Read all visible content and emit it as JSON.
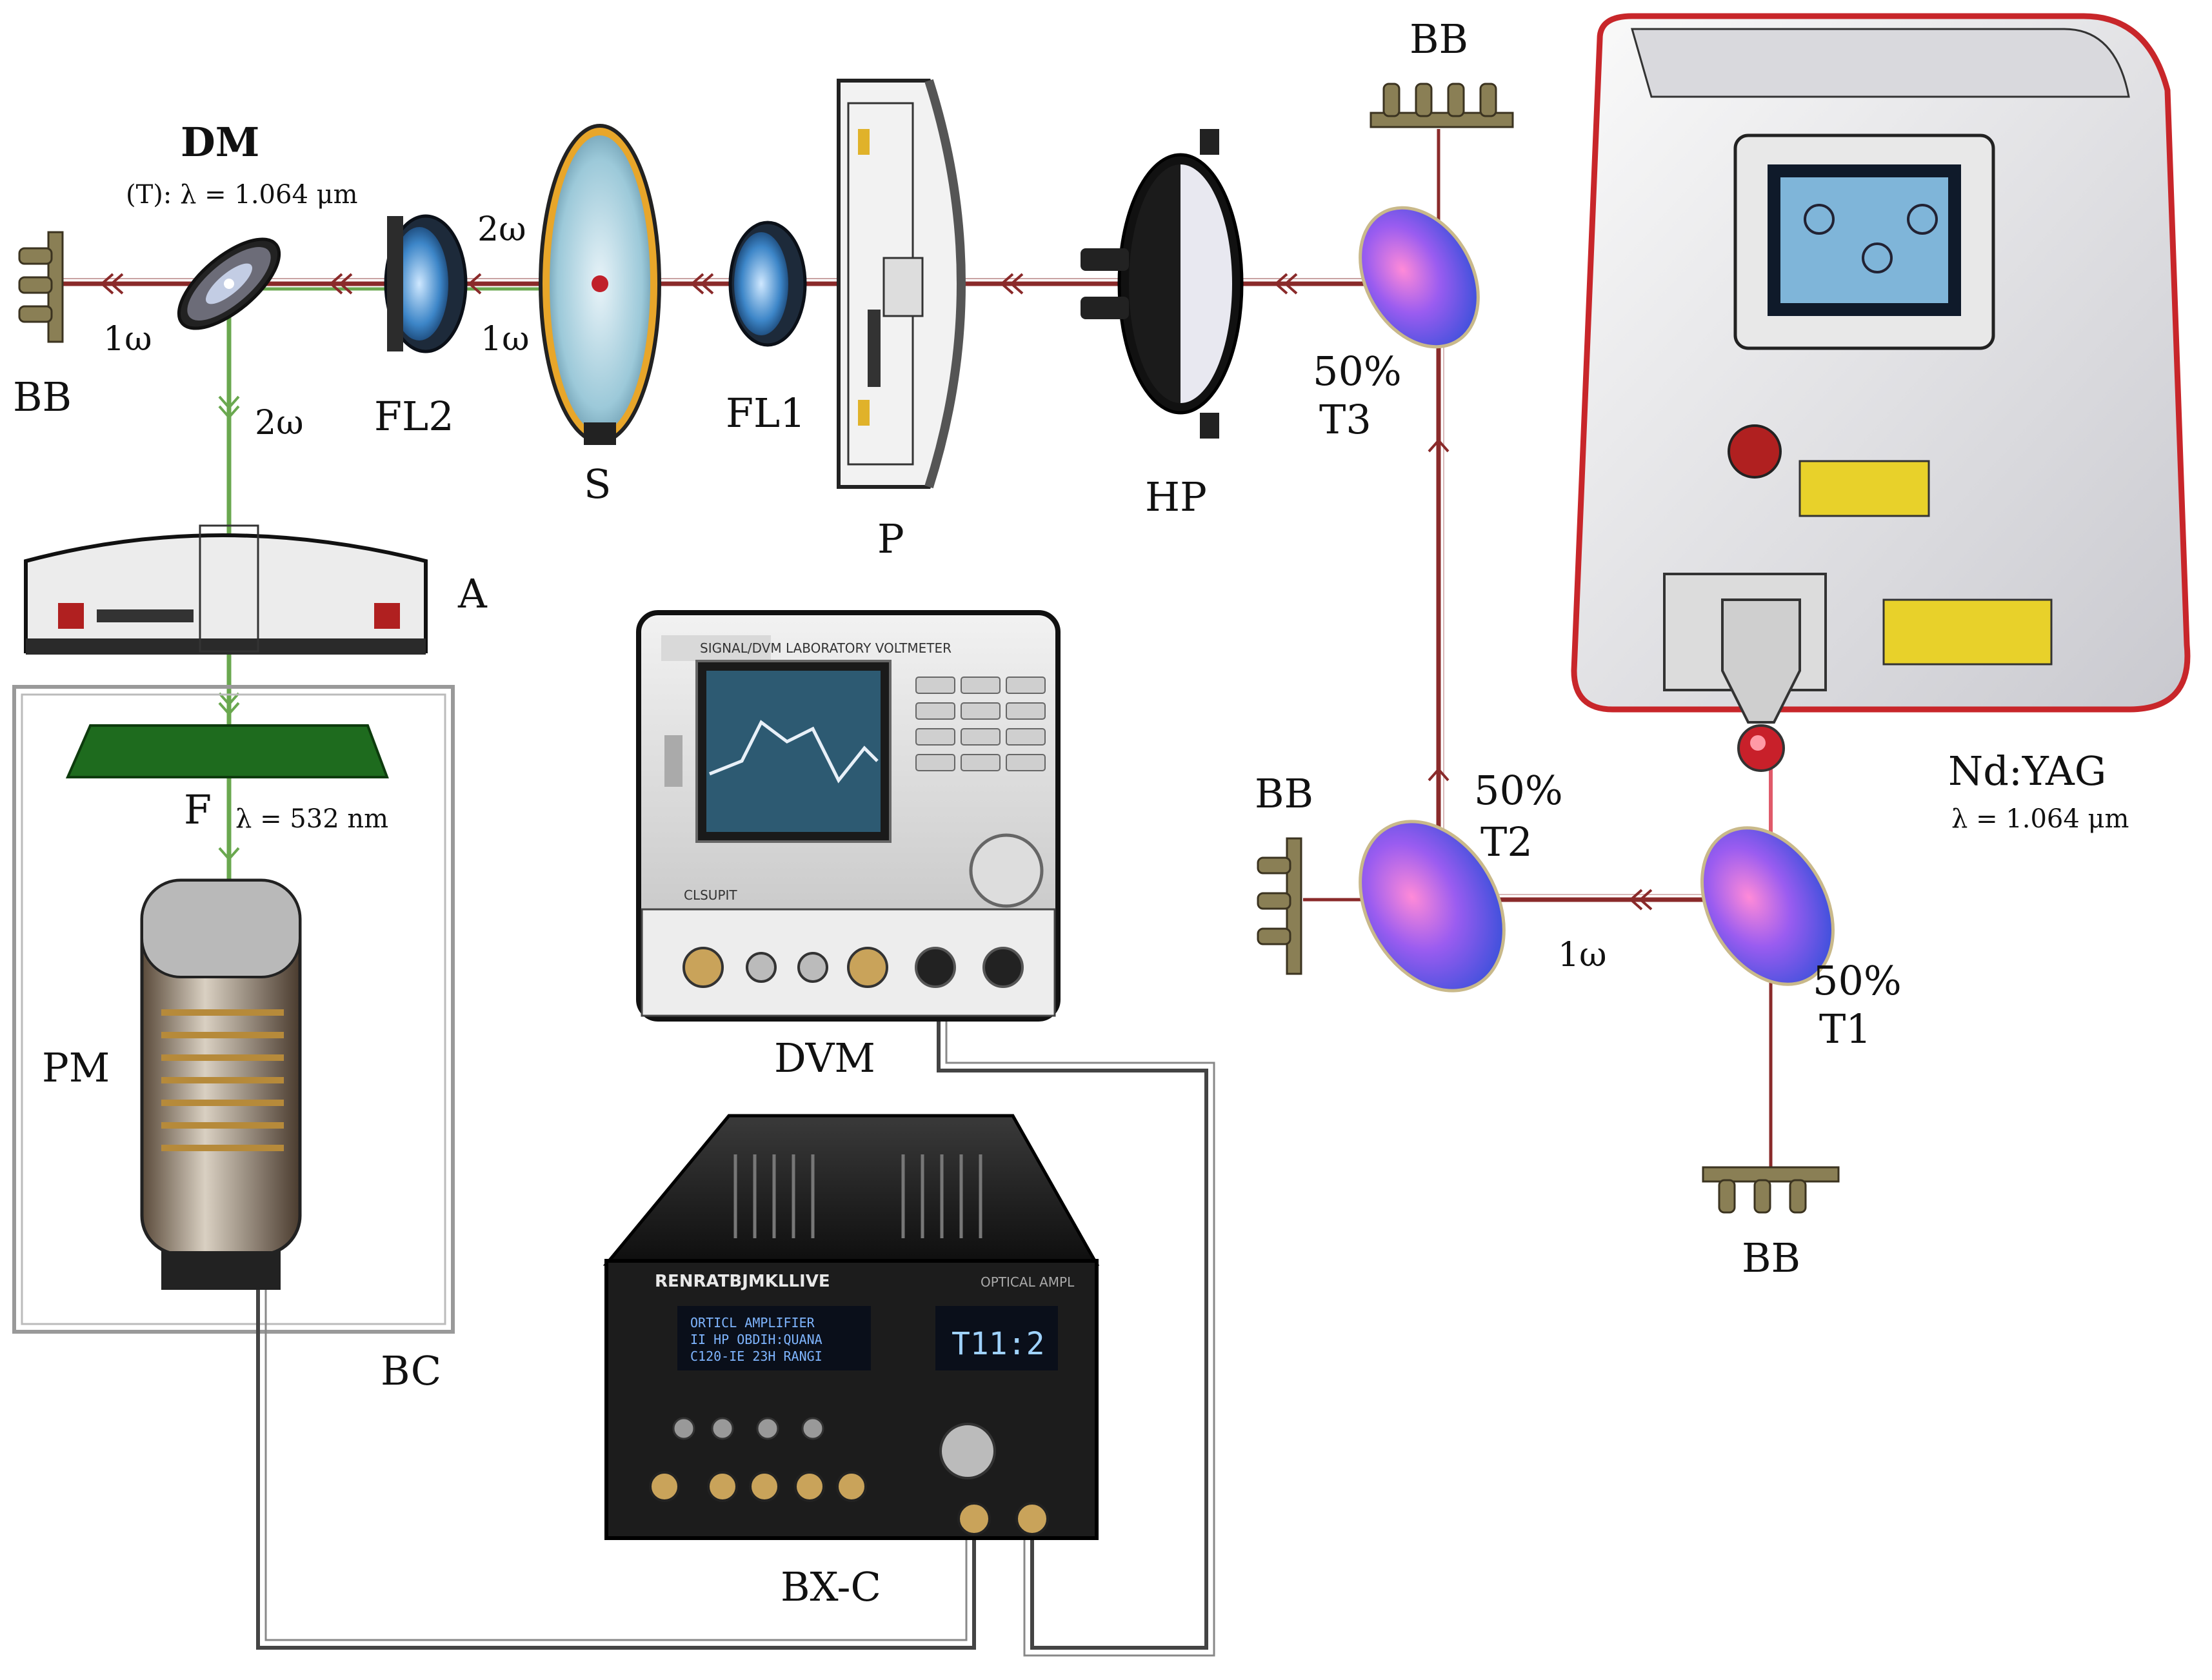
{
  "labels": {
    "dm": "DM",
    "dm_sub": "(T): λ = 1.064 μm",
    "bb_left": "BB",
    "one_omega_dm": "1ω",
    "two_omega_down": "2ω",
    "fl2": "FL2",
    "two_omega_s": "2ω",
    "one_omega_s": "1ω",
    "s": "S",
    "fl1": "FL1",
    "p": "P",
    "hp": "HP",
    "bb_top": "BB",
    "pct_t3": "50%",
    "t3": "T3",
    "a": "A",
    "f": "F",
    "f_sub": "λ = 532 nm",
    "pm": "PM",
    "bc": "BC",
    "dvm": "DVM",
    "bxc": "BX-C",
    "bb_mid": "BB",
    "pct_t2": "50%",
    "t2": "T2",
    "one_omega_bottom": "1ω",
    "pct_t1": "50%",
    "t1": "T1",
    "bb_bottom": "BB",
    "ndyag": "Nd:YAG",
    "ndyag_sub": "λ = 1.064 μm"
  },
  "instruments": {
    "dvm_header": "SIGNAL/DVM LABORATORY VOLTMETER",
    "dvm_brand": "CLSUPIT",
    "bxc_brand": "RENRATBJMKLLIVE",
    "bxc_model": "OPTICAL AMPL",
    "bxc_display_line1": "ORTICL AMPLIFIER",
    "bxc_display_line2": "II HP OBDIH:QUANA",
    "bxc_display_line3": "C120-IE 23H RANGI",
    "bxc_readout": "T11:2"
  },
  "colors": {
    "beam_ir": "#8a2a2a",
    "beam_green": "#6aa84f",
    "wire": "#444444",
    "label": "#111111",
    "laser_body": "#e8e8ea",
    "laser_outline": "#c8262a",
    "filter": "#1e6b1e",
    "screen_glow": "#7fb5d9"
  }
}
